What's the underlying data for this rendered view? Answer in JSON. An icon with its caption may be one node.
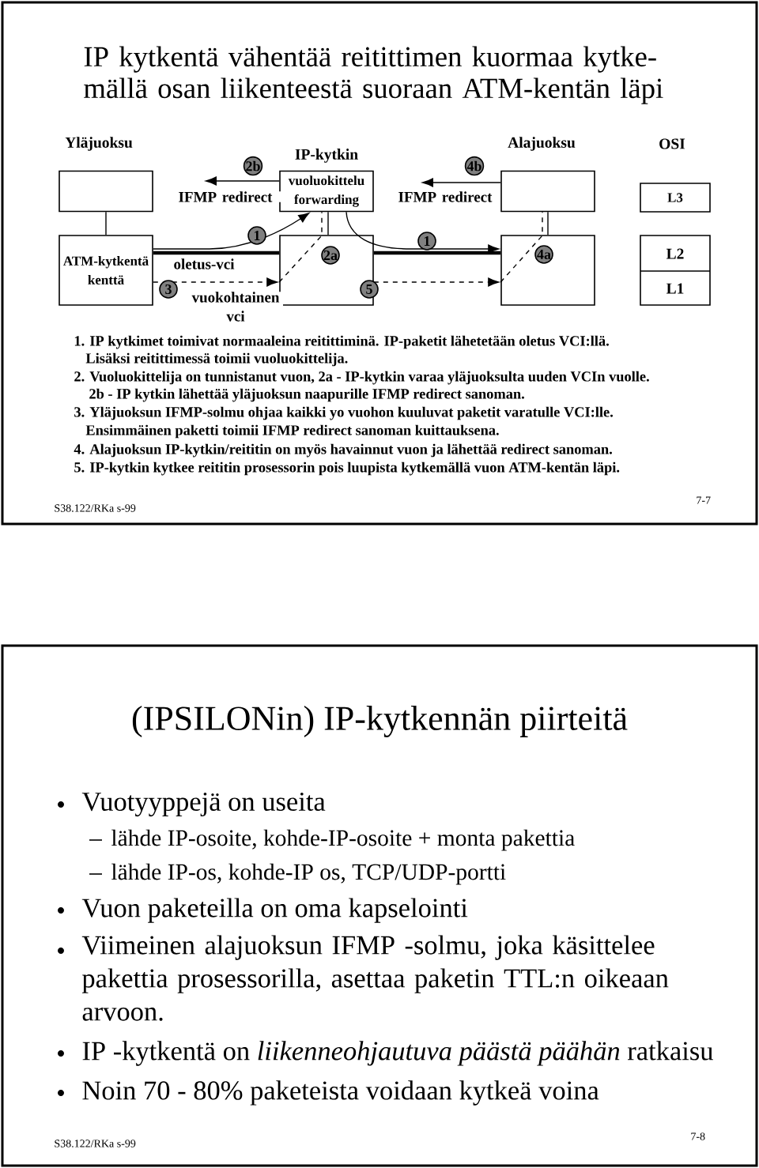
{
  "diagram": {
    "title": "IP kytkentä vähentää reitittimen kuormaa kytke- mällä osan liikenteestä suoraan ATM-kentän läpi",
    "nodes": [
      {
        "text": [
          "Yläjuoksu"
        ]
      },
      {
        "text": [
          "ATM-kytkentä kenttä"
        ]
      },
      {
        "text": [
          "IP-kytkin",
          "vuoluokittelu forwarding"
        ]
      },
      {
        "text": [],
        "shape": "box"
      },
      {
        "text": [
          "Alajuoksu"
        ]
      },
      {
        "text": [],
        "shape": "box"
      },
      {
        "text": [
          "OSI",
          "L3"
        ]
      },
      {
        "text": [
          "L2",
          "L1"
        ]
      }
    ],
    "edges": [
      {
        "from": 0,
        "to": 1,
        "arrow": "none"
      },
      {
        "from": 1,
        "to": 3,
        "arrow": "none",
        "style": "thick",
        "label": "oletus-vci"
      },
      {
        "from": 3,
        "to": 5,
        "arrow": "none",
        "style": "thick"
      },
      {
        "from": 1,
        "to": 2,
        "arrow": "to"
      },
      {
        "from": 2,
        "to": 5,
        "arrow": "to"
      },
      {
        "from": 1,
        "to": 3,
        "arrow": "to",
        "style": "dashed",
        "label": "vuokohtainen vci"
      },
      {
        "from": 3,
        "to": 5,
        "arrow": "to",
        "style": "dashed"
      },
      {
        "from": 3,
        "to": 2,
        "arrow": "none",
        "style": "dashed"
      },
      {
        "from": 2,
        "to": 3,
        "arrow": "none"
      },
      {
        "from": 5,
        "to": 4,
        "arrow": "none",
        "style": "dashed"
      },
      {
        "from": 4,
        "to": 5,
        "arrow": "none"
      },
      {
        "from": 2,
        "to": null,
        "arrow": "to",
        "label": "IFMP redirect"
      },
      {
        "from": 4,
        "to": null,
        "arrow": "to",
        "label": "IFMP redirect"
      }
    ],
    "labels": [
      "2b",
      "4b",
      "1",
      "1",
      "2a",
      "4a",
      "3",
      "5",
      "1. IP kytkimet toimivat normaaleina reitittiminä. IP-paketit lähetetään oletus VCI:llä.",
      "Lisäksi reitittimessä toimii vuoluokittelija.",
      "2. Vuoluokittelija on tunnistanut vuon, 2a - IP-kytkin varaa yläjuoksulta uuden VCIn vuolle.",
      "2b - IP kytkin lähettää yläjuoksun naapurille IFMP redirect sanoman.",
      "3. Yläjuoksun IFMP-solmu ohjaa kaikki yo vuohon kuuluvat paketit varatulle VCI:lle.",
      "Ensimmäinen paketti toimii IFMP redirect sanoman kuittauksena.",
      "4. Alajuoksun IP-kytkin/reititin on myös havainnut vuon ja lähettää redirect sanoman.",
      "5. IP-kytkin kytkee reititin prosessorin pois luupista kytkemällä vuon ATM-kentän läpi.",
      "S38.122/RKa s-99",
      "7-7",
      "(IPSILONin) IP-kytkennän piirteitä",
      "Vuotyyppejä on useita",
      "lähde IP-osoite, kohde-IP-osoite + monta pakettia",
      "lähde IP-os, kohde-IP os, TCP/UDP-portti",
      "Vuon paketeilla on oma kapselointi",
      "Viimeinen alajuoksun IFMP -solmu, joka käsittelee pakettia prosessorilla, asettaa paketin TTL:n oikeaan arvoon.",
      "IP -kytkentä on *liikenneohjautuva päästä päähän* ratkaisu",
      "Noin 70 - 80% paketeista voidaan kytkeä voina",
      "S38.122/RKa s-99",
      "7-8"
    ]
  }
}
